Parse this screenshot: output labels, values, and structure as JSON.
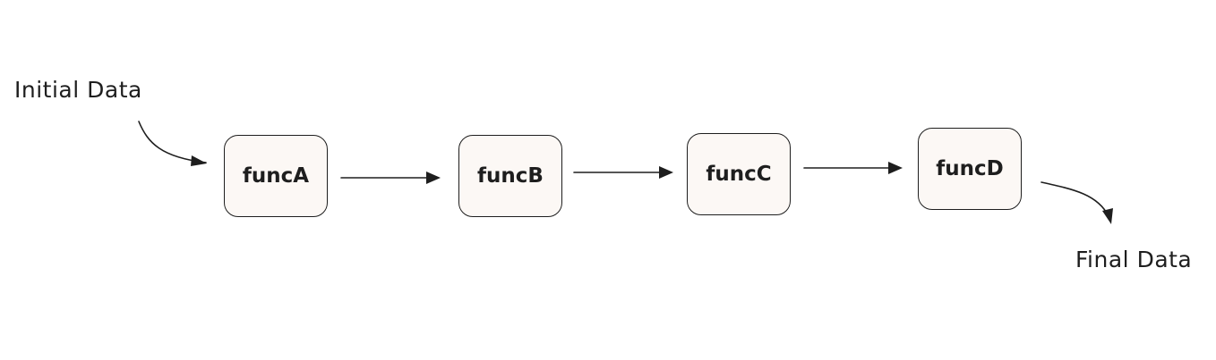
{
  "diagram": {
    "input_label": "Initial Data",
    "output_label": "Final Data",
    "nodes": [
      {
        "id": "funcA",
        "label": "funcA"
      },
      {
        "id": "funcB",
        "label": "funcB"
      },
      {
        "id": "funcC",
        "label": "funcC"
      },
      {
        "id": "funcD",
        "label": "funcD"
      }
    ],
    "edges": [
      {
        "from": "input",
        "to": "funcA"
      },
      {
        "from": "funcA",
        "to": "funcB"
      },
      {
        "from": "funcB",
        "to": "funcC"
      },
      {
        "from": "funcC",
        "to": "funcD"
      },
      {
        "from": "funcD",
        "to": "output"
      }
    ],
    "colors": {
      "stroke": "#1e1e1e",
      "node_fill": "#fcf8f5",
      "background": "#ffffff"
    }
  }
}
